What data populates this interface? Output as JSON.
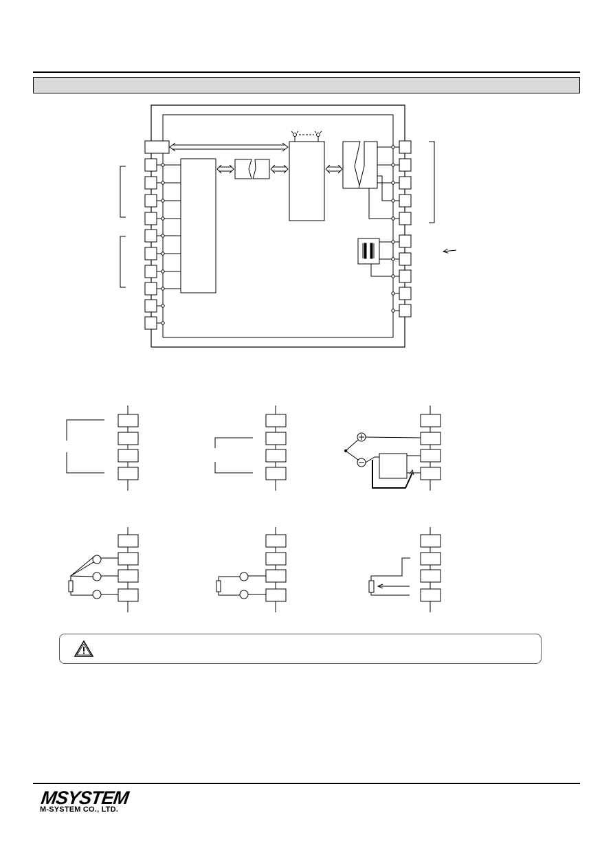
{
  "header": {
    "section_title": ""
  },
  "diagram": {
    "left_terminals": 11,
    "right_terminals": 10,
    "indicator_leds": 2,
    "wiring_examples": 6
  },
  "caution": {
    "icon": "warning-triangle-icon",
    "text": ""
  },
  "footer": {
    "logo_text": "MSYSTEM",
    "company_name": "M-SYSTEM CO., LTD."
  },
  "colors": {
    "line": "#000000",
    "section_bar": "#d9d9d9"
  }
}
